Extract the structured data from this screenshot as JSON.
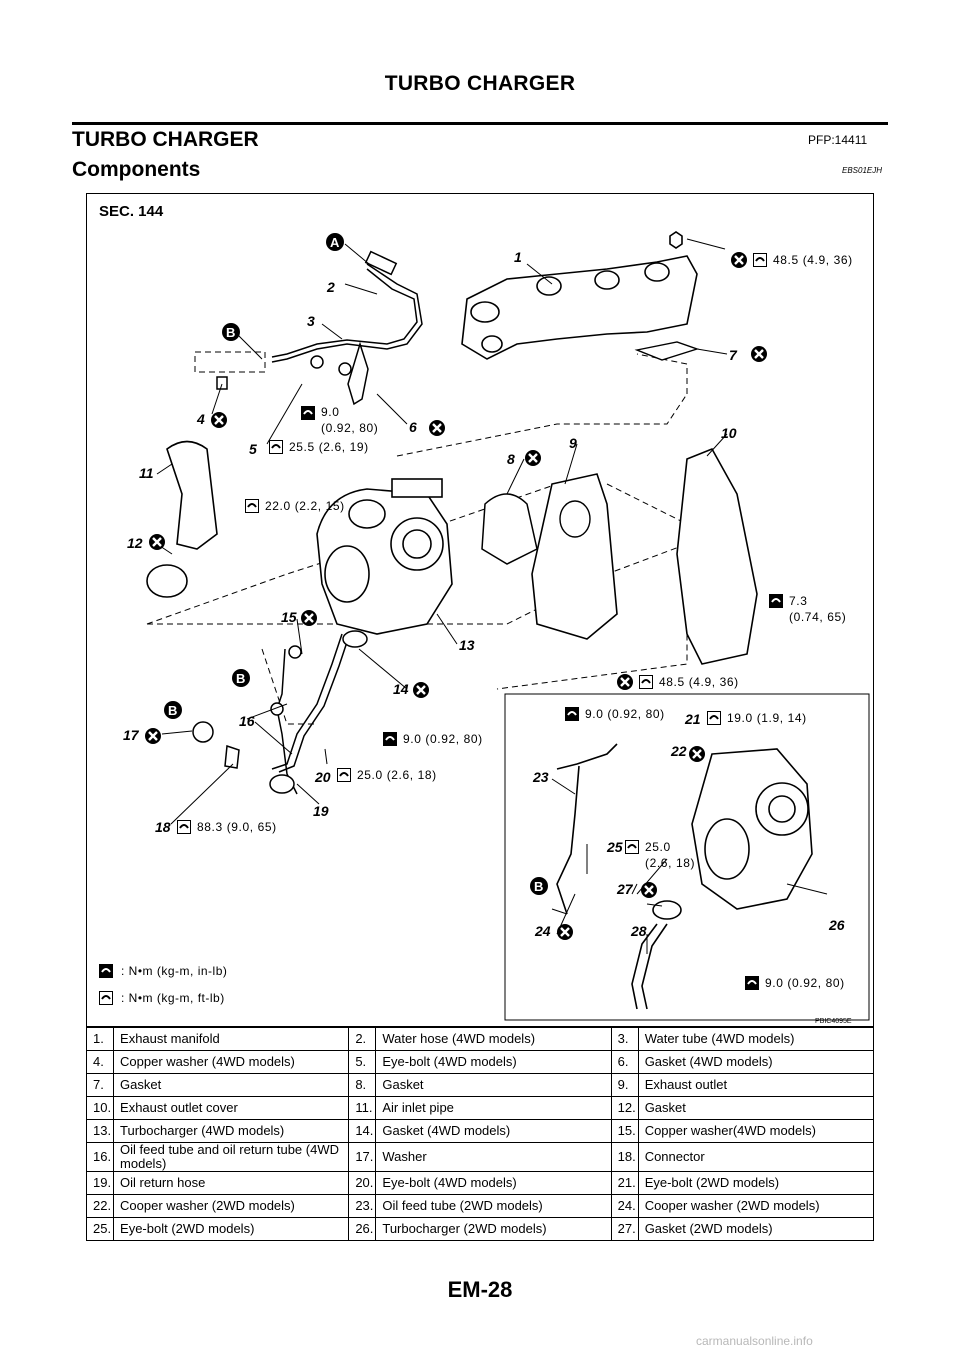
{
  "header": {
    "running_title": "TURBO CHARGER"
  },
  "section": {
    "title": "TURBO CHARGER",
    "code": "PFP:14411"
  },
  "subsection": {
    "title": "Components",
    "code": "EBS01EJH"
  },
  "figure": {
    "sec_label": "SEC. 144",
    "figure_code": "PBIC4095E",
    "letter_callouts": [
      "A",
      "B"
    ],
    "torque_labels": [
      "48.5 (4.9, 36)",
      "9.0",
      "(0.92, 80)",
      "25.5 (2.6, 19)",
      "22.0 (2.2, 15)",
      "7.3",
      "(0.74, 65)",
      "48.5 (4.9, 36)",
      "9.0 (0.92, 80)",
      "19.0 (1.9, 14)",
      "9.0 (0.92, 80)",
      "25.0 (2.6, 18)",
      "25.0",
      "(2.6, 18)",
      "88.3 (9.0, 65)",
      "9.0 (0.92, 80)"
    ],
    "legend": [
      ": N•m (kg-m, in-lb)",
      ": N•m (kg-m, ft-lb)"
    ],
    "callout_numbers": [
      "1",
      "2",
      "3",
      "4",
      "5",
      "6",
      "7",
      "8",
      "9",
      "10",
      "11",
      "12",
      "13",
      "14",
      "15",
      "16",
      "17",
      "18",
      "19",
      "20",
      "21",
      "22",
      "23",
      "24",
      "25",
      "26",
      "27",
      "28"
    ]
  },
  "parts": [
    {
      "n1": "1.",
      "d1": "Exhaust manifold",
      "n2": "2.",
      "d2": "Water hose (4WD models)",
      "n3": "3.",
      "d3": "Water tube (4WD models)"
    },
    {
      "n1": "4.",
      "d1": "Copper washer (4WD models)",
      "n2": "5.",
      "d2": "Eye-bolt (4WD models)",
      "n3": "6.",
      "d3": "Gasket (4WD models)"
    },
    {
      "n1": "7.",
      "d1": "Gasket",
      "n2": "8.",
      "d2": "Gasket",
      "n3": "9.",
      "d3": "Exhaust outlet"
    },
    {
      "n1": "10.",
      "d1": "Exhaust outlet cover",
      "n2": "11.",
      "d2": "Air inlet pipe",
      "n3": "12.",
      "d3": "Gasket"
    },
    {
      "n1": "13.",
      "d1": "Turbocharger (4WD models)",
      "n2": "14.",
      "d2": "Gasket (4WD models)",
      "n3": "15.",
      "d3": "Copper washer(4WD models)"
    },
    {
      "n1": "16.",
      "d1": "Oil feed tube and oil return tube (4WD models)",
      "n2": "17.",
      "d2": "Washer",
      "n3": "18.",
      "d3": "Connector"
    },
    {
      "n1": "19.",
      "d1": "Oil return hose",
      "n2": "20.",
      "d2": "Eye-bolt (4WD models)",
      "n3": "21.",
      "d3": "Eye-bolt (2WD models)"
    },
    {
      "n1": "22.",
      "d1": "Cooper washer (2WD models)",
      "n2": "23.",
      "d2": "Oil feed tube (2WD models)",
      "n3": "24.",
      "d3": "Cooper washer (2WD models)"
    },
    {
      "n1": "25.",
      "d1": "Eye-bolt (2WD models)",
      "n2": "26.",
      "d2": "Turbocharger (2WD models)",
      "n3": "27.",
      "d3": "Gasket (2WD models)"
    }
  ],
  "footer": {
    "page_number": "EM-28",
    "watermark": "carmanualsonline.info"
  }
}
